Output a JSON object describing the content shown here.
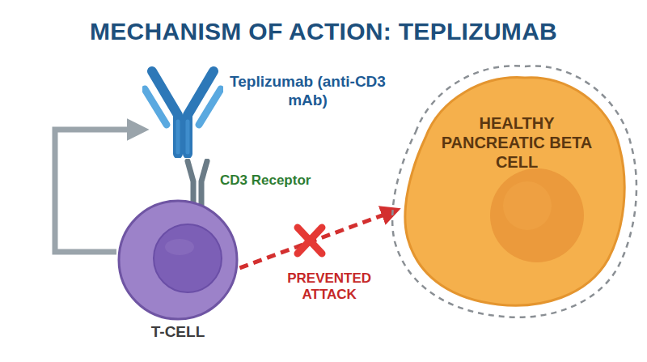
{
  "diagram": {
    "title": "MECHANISM OF ACTION: TEPLIZUMAB",
    "nodes": [
      {
        "text": [
          "Teplizumab (anti-CD3 mAb)"
        ]
      },
      {
        "text": [
          "CD3 Receptor"
        ]
      },
      {
        "text": [
          "T-CELL"
        ]
      },
      {
        "text": [
          "HEALTHY PANCREATIC BETA CELL"
        ]
      }
    ],
    "edges": [
      {
        "from": 2,
        "to": 0,
        "arrow": "to"
      },
      {
        "from": 2,
        "to": 3,
        "label": "PREVENTED ATTACK",
        "arrow": "to"
      }
    ]
  }
}
